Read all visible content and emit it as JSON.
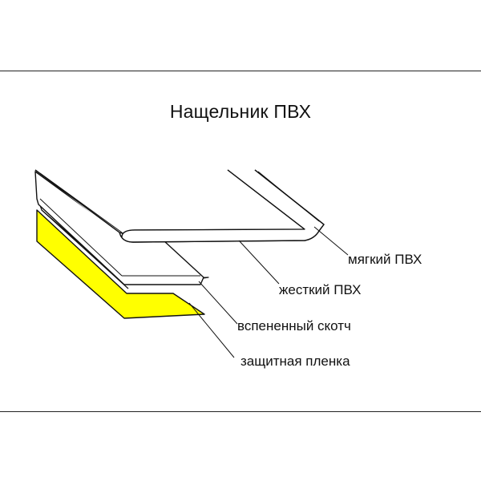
{
  "title": "Нащельник ПВХ",
  "layers": [
    {
      "label": "мягкий ПВХ"
    },
    {
      "label": "жесткий ПВХ"
    },
    {
      "label": "вспененный скотч"
    },
    {
      "label": "защитная пленка"
    }
  ],
  "colors": {
    "foam_tape": "#ffff00",
    "line": "#111111"
  }
}
